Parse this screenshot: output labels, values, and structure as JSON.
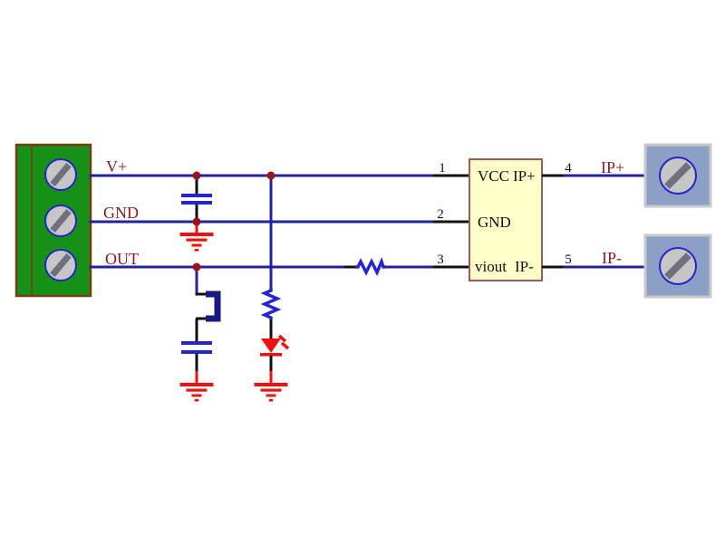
{
  "left_terminal": {
    "component": "3-pin-screw-terminal-block",
    "nets": {
      "vplus": "V+",
      "gnd": "GND",
      "out": "OUT"
    }
  },
  "ic": {
    "component": "current-sensor-ic",
    "left_pins": {
      "vcc": "VCC",
      "gnd": "GND",
      "viout": "viout"
    },
    "right_pins": {
      "ip_plus": "IP+",
      "ip_minus": "IP-"
    },
    "pin_numbers": {
      "n1": "1",
      "n2": "2",
      "n3": "3",
      "n4": "4",
      "n5": "5"
    }
  },
  "right_terminal": {
    "component": "2x-single-screw-terminal",
    "labels": {
      "ip_plus": "IP+",
      "ip_minus": "IP-"
    }
  },
  "components": {
    "bypass_capacitor": "capacitor",
    "filter_capacitor": "capacitor",
    "output_jumper": "jumper-shunt",
    "output_resistor": "resistor",
    "led_resistor": "resistor",
    "power_led": "led",
    "ground_symbols": "earth-ground"
  },
  "colors": {
    "background": "#ffffff",
    "wire": "#22229e",
    "lead": "#111111",
    "component_blue": "#2525cc",
    "jumper": "#191980",
    "signal_red": "#ee1111",
    "label_red": "#8b1a1a",
    "junction": "#991414",
    "block_green": "#169016",
    "block_green_border": "#7a3b10",
    "screw_fill": "#c6c6c6",
    "screw_border": "#2424c8",
    "screw_slot": "#70707c",
    "right_block": "#8c9fc4",
    "right_block_border": "#c8c8c8",
    "ic_fill": "#ffffc9",
    "ic_border": "#a15a5a",
    "pin_text": "#111111"
  }
}
